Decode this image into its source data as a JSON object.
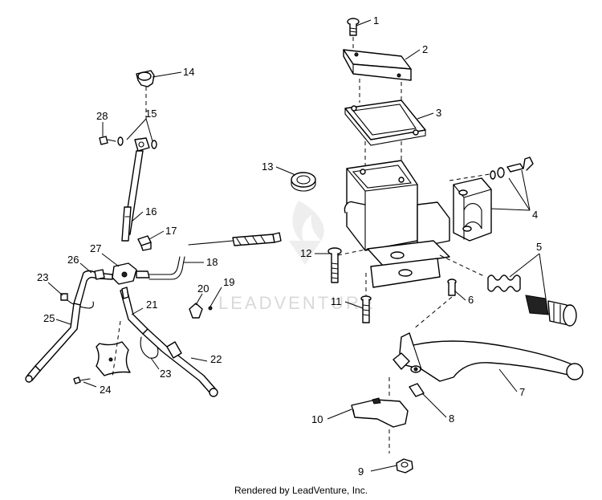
{
  "watermark": "LEADVENTURE",
  "footer": "Rendered by LeadVenture, Inc.",
  "callouts": {
    "c1": "1",
    "c2": "2",
    "c3": "3",
    "c4": "4",
    "c5": "5",
    "c6": "6",
    "c7": "7",
    "c8": "8",
    "c9": "9",
    "c10": "10",
    "c11": "11",
    "c12": "12",
    "c13": "13",
    "c14": "14",
    "c15": "15",
    "c16": "16",
    "c17": "17",
    "c18": "18",
    "c19": "19",
    "c20": "20",
    "c21": "21",
    "c22": "22",
    "c23a": "23",
    "c23b": "23",
    "c24": "24",
    "c25": "25",
    "c26": "26",
    "c27": "27",
    "c28": "28"
  }
}
